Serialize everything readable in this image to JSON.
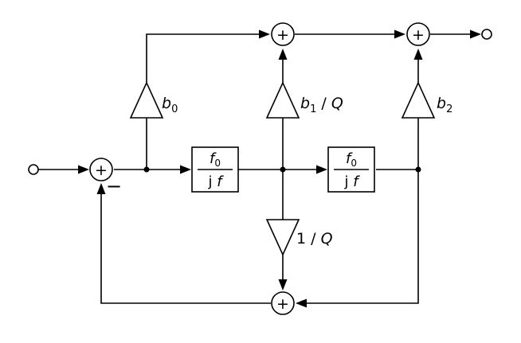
{
  "diagram": {
    "gains": {
      "b0": {
        "symbol": "b",
        "sub": "0",
        "suffix": ""
      },
      "b1": {
        "symbol": "b",
        "sub": "1",
        "suffix": " / ",
        "divisor": "Q"
      },
      "b2": {
        "symbol": "b",
        "sub": "2",
        "suffix": ""
      },
      "inv_q": {
        "prefix": "1 / ",
        "divisor": "Q"
      }
    },
    "integrators": [
      {
        "num_symbol": "f",
        "num_sub": "0",
        "den_prefix": "j ",
        "den_symbol": "f"
      },
      {
        "num_symbol": "f",
        "num_sub": "0",
        "den_prefix": "j ",
        "den_symbol": "f"
      }
    ],
    "summers": {
      "symbol": "+"
    },
    "feedback_sign": "−"
  }
}
